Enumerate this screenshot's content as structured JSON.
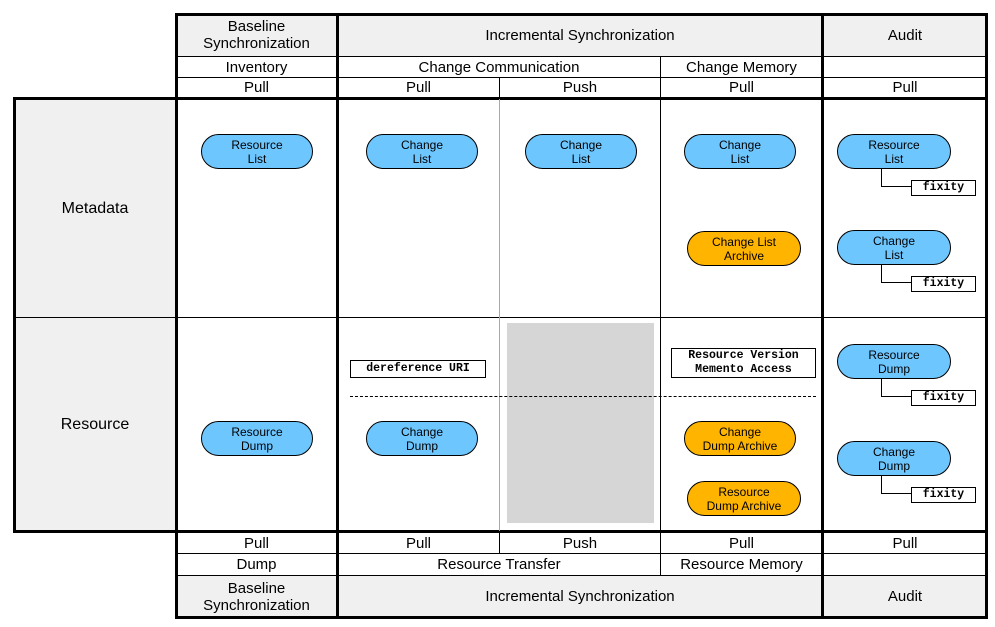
{
  "top_header": {
    "baseline": "Baseline\nSynchronization",
    "incremental": "Incremental Synchronization",
    "audit": "Audit",
    "inventory": "Inventory",
    "change_communication": "Change Communication",
    "change_memory": "Change Memory",
    "pull_1": "Pull",
    "pull_2": "Pull",
    "push": "Push",
    "pull_3": "Pull",
    "pull_4": "Pull"
  },
  "rows": {
    "metadata": "Metadata",
    "resource": "Resource"
  },
  "metadata_row": {
    "baseline_resource_list": "Resource\nList",
    "pull_change_list": "Change\nList",
    "push_change_list": "Change\nList",
    "memory_change_list": "Change\nList",
    "memory_change_list_archive": "Change List\nArchive",
    "audit_resource_list": "Resource\nList",
    "audit_fixity_1": "fixity",
    "audit_change_list": "Change\nList",
    "audit_fixity_2": "fixity"
  },
  "resource_row": {
    "dereference_uri": "dereference URI",
    "resource_version_memento": "Resource Version\nMemento Access",
    "baseline_resource_dump": "Resource\nDump",
    "pull_change_dump": "Change\nDump",
    "memory_change_dump_archive": "Change\nDump Archive",
    "memory_resource_dump_archive": "Resource\nDump Archive",
    "audit_resource_dump": "Resource\nDump",
    "audit_fixity_3": "fixity",
    "audit_change_dump": "Change\nDump",
    "audit_fixity_4": "fixity"
  },
  "bottom_header": {
    "pull_1": "Pull",
    "pull_2": "Pull",
    "push": "Push",
    "pull_3": "Pull",
    "pull_4": "Pull",
    "dump": "Dump",
    "resource_transfer": "Resource Transfer",
    "resource_memory": "Resource Memory",
    "baseline": "Baseline\nSynchronization",
    "incremental": "Incremental Synchronization",
    "audit": "Audit"
  },
  "colors": {
    "capability_blue": "#6ec6ff",
    "archive_orange": "#ffb400",
    "header_grey": "#f0f0f0",
    "push_shade": "#d6d6d6"
  }
}
